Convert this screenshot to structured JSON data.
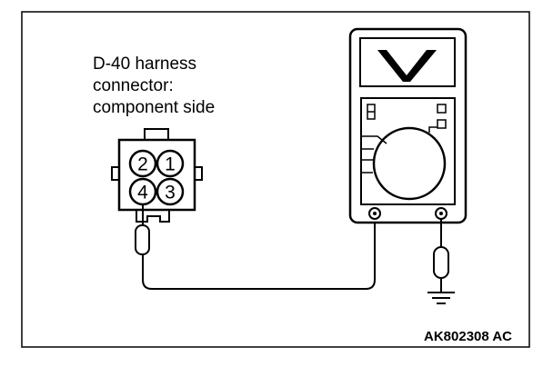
{
  "connector": {
    "label_lines": [
      "D-40 harness",
      "connector:",
      "component side"
    ],
    "pins": [
      "2",
      "1",
      "4",
      "3"
    ]
  },
  "figure_code": "AK802308 AC"
}
